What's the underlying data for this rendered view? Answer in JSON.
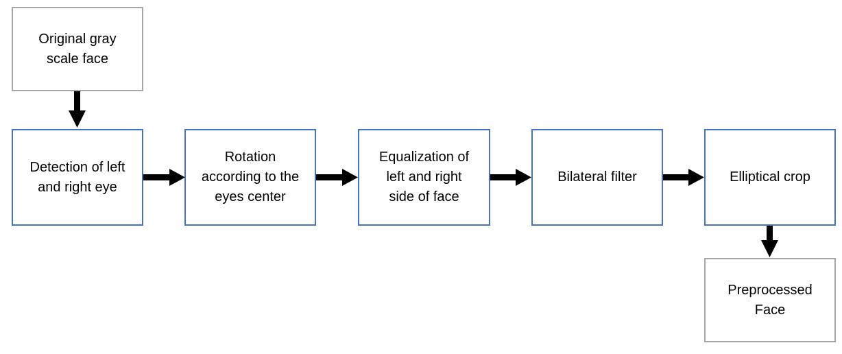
{
  "nodes": {
    "original": "Original gray\nscale face",
    "detection": "Detection of left\nand right eye",
    "rotation": "Rotation\naccording to the\neyes center",
    "equalization": "Equalization of\nleft and right\nside of face",
    "bilateral": "Bilateral filter",
    "elliptical": "Elliptical crop",
    "preprocessed": "Preprocessed\nFace"
  },
  "colors": {
    "input_output_border": "#a6a6a6",
    "process_border": "#4472c4",
    "arrow": "#000000"
  }
}
